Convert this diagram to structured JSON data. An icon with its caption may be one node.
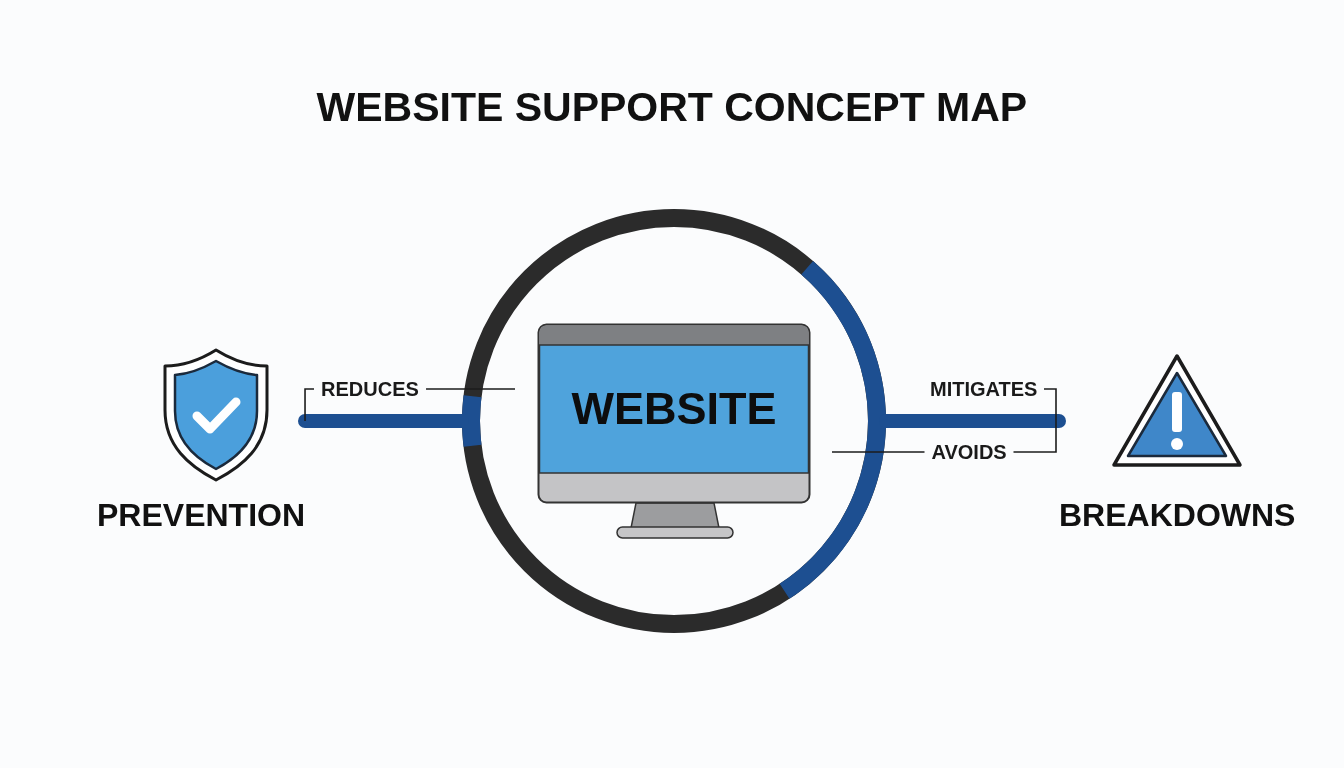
{
  "diagram": {
    "title": "WEBSITE SUPPORT CONCEPT MAP",
    "nodes": [
      {
        "text": [
          "PREVENTION"
        ]
      },
      {
        "text": [],
        "shape": "circle"
      },
      {
        "text": [
          "WEBSITE"
        ],
        "in": 1
      },
      {
        "text": [
          "BREAKDOWNS"
        ]
      }
    ],
    "edges": [
      {
        "from": 0,
        "to": 1,
        "arrow": "none",
        "label": "REDUCES"
      },
      {
        "from": 1,
        "to": 3,
        "arrow": "none",
        "label": "MITIGATES"
      }
    ],
    "labels": [
      "AVOIDS"
    ]
  }
}
